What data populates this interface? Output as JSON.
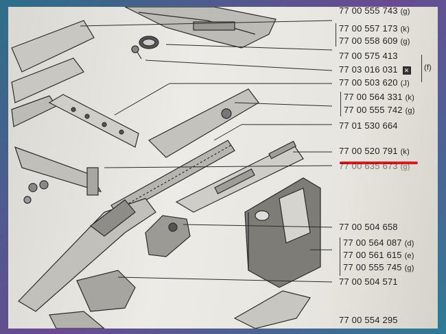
{
  "part_numbers": [
    {
      "number": "77 00 555 743",
      "variant": "(g)"
    },
    {
      "number": "77 00 557 173",
      "variant": "(k)"
    },
    {
      "number": "77 00 558 609",
      "variant": "(g)"
    },
    {
      "number": "77 00 575 413",
      "variant": ""
    },
    {
      "number": "77 03 016 031",
      "variant": "(f)"
    },
    {
      "number": "77 00 503 620",
      "variant": "(J)"
    },
    {
      "number": "77 00 564 331",
      "variant": "(k)"
    },
    {
      "number": "77 00 555 742",
      "variant": "(g)"
    },
    {
      "number": "77 01 530 664",
      "variant": ""
    },
    {
      "number": "77 00 520 791",
      "variant": "(k)"
    },
    {
      "number": "77 00 635 673",
      "variant": "(g)"
    },
    {
      "number": "77 00 504 658",
      "variant": ""
    },
    {
      "number": "77 00 564 087",
      "variant": "(d)"
    },
    {
      "number": "77 00 561 615",
      "variant": "(e)"
    },
    {
      "number": "77 00 555 745",
      "variant": "(g)"
    },
    {
      "number": "77 00 504 571",
      "variant": ""
    },
    {
      "number": "77 00 554 295",
      "variant": ""
    }
  ],
  "highlight": {
    "color": "#e01a1a"
  },
  "colors": {
    "ink": "#1e1e1e",
    "paper": "#e7e5df",
    "frame_accent": "#6a4a92"
  }
}
